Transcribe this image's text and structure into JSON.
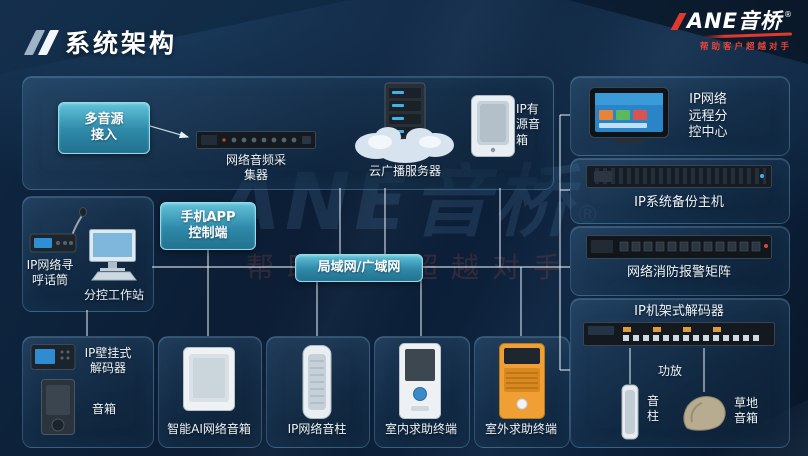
{
  "header": {
    "title": "系统架构",
    "brand": "ANE音桥",
    "reg": "®",
    "tagline": "帮助客户超越对手"
  },
  "watermark": {
    "brand": "ANE音桥",
    "reg": "®",
    "tagline": "帮助客户超越对手"
  },
  "hub": {
    "label": "局域网/广域网"
  },
  "colors": {
    "accent_teal": "#3aa0c2",
    "brand_red": "#e0392e",
    "panel_border": "#6fa8cc",
    "background": "#0b1c33"
  },
  "top_panel": {
    "source_button": "多音源接入",
    "collector_label": "网络音频采集器",
    "cloud_label": "云广播服务器",
    "speaker_label": "IP有源音箱"
  },
  "left_panel": {
    "mic_label": "IP网络寻呼话筒",
    "workstation_label": "分控工作站"
  },
  "app_button": {
    "label": "手机APP控制端"
  },
  "right_panels": {
    "remote_label": "IP网络远程分控中心",
    "backup_label": "IP系统备份主机",
    "fire_label": "网络消防报警矩阵",
    "decoder": {
      "title": "IP机架式解码器",
      "amp_label": "功放",
      "column_label": "音柱",
      "lawn_label": "草地音箱"
    }
  },
  "bottom_panels": {
    "wall": {
      "device_label": "IP壁挂式解码器",
      "speaker_label": "音箱"
    },
    "ai_speaker": {
      "label": "智能AI网络音箱"
    },
    "column": {
      "label": "IP网络音柱"
    },
    "indoor": {
      "label": "室内求助终端"
    },
    "outdoor": {
      "label": "室外求助终端"
    }
  }
}
